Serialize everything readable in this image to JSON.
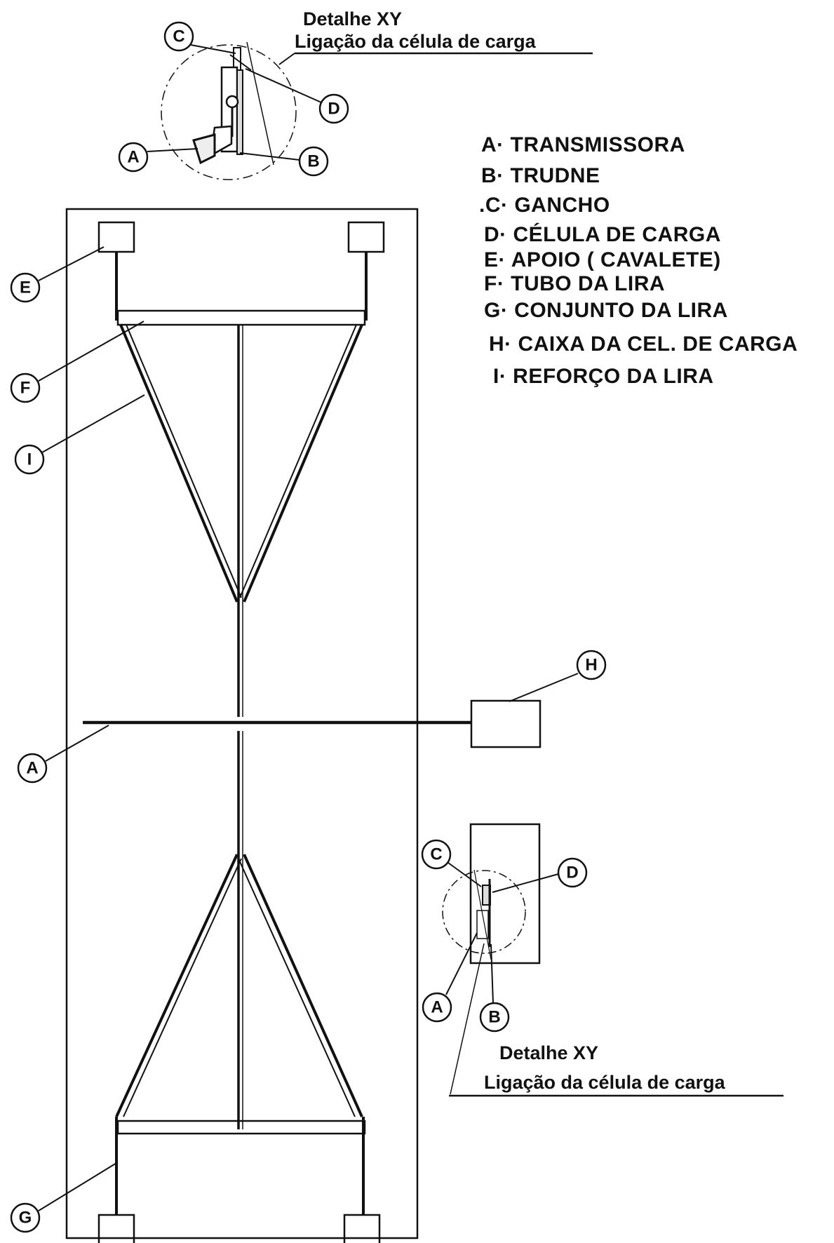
{
  "detail_top": {
    "title": "Detalhe XY",
    "subtitle": "Ligação da célula de carga",
    "callouts": [
      "C",
      "D",
      "A",
      "B"
    ]
  },
  "detail_bottom": {
    "title": "Detalhe XY",
    "subtitle": "Ligação da célula de carga",
    "callouts": [
      "C",
      "D",
      "A",
      "B"
    ]
  },
  "legend": [
    "A· TRANSMISSORA",
    "B· TRUDNE",
    ".C· GANCHO",
    "D· CÉLULA DE CARGA",
    "E· APOIO ( CAVALETE)",
    "F· TUBO DA LIRA",
    "G· CONJUNTO DA LIRA",
    "H· CAIXA DA CEL. DE CARGA",
    "I· REFORÇO DA LIRA"
  ],
  "main_callouts": {
    "e": "E",
    "f": "F",
    "i": "I",
    "a": "A",
    "g": "G",
    "h": "H"
  },
  "colors": {
    "ink": "#111111",
    "paper": "#ffffff"
  }
}
